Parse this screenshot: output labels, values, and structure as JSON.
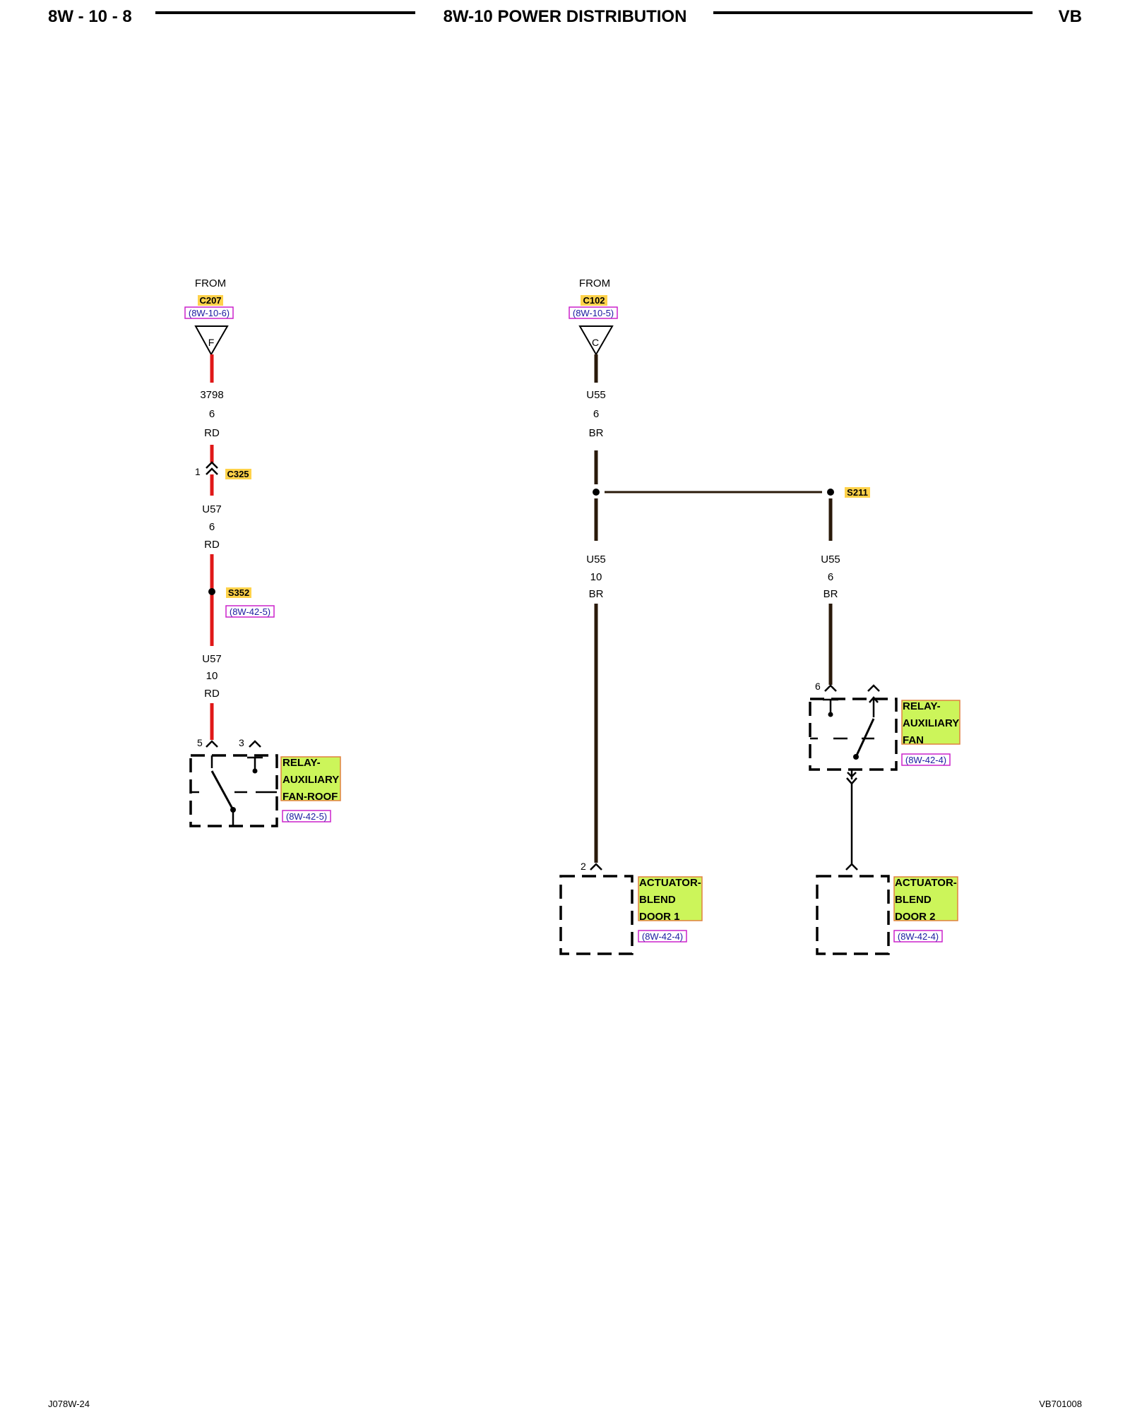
{
  "header": {
    "page_number": "8W - 10 - 8",
    "title": "8W-10 POWER DISTRIBUTION",
    "model": "VB"
  },
  "footer": {
    "left_code": "J078W-24",
    "right_code": "VB701008"
  },
  "colors": {
    "wire_rd": "#e01818",
    "wire_br": "#2a1a0a",
    "splice_tag_fill": "#ffd24a",
    "component_tag_fill": "#ccf55a",
    "component_tag_border": "#e08040",
    "ref_border": "#cc22cc"
  },
  "circuits": {
    "left": {
      "from_label": "FROM",
      "source_connector": "C207",
      "source_ref": "(8W-10-6)",
      "source_cavity": "F",
      "wire1": {
        "circuit": "3798",
        "gauge": "6",
        "color": "RD"
      },
      "inline_connector": {
        "pin": "1",
        "name": "C325"
      },
      "wire2": {
        "circuit": "U57",
        "gauge": "6",
        "color": "RD"
      },
      "splice": {
        "name": "S352",
        "ref": "(8W-42-5)"
      },
      "wire3": {
        "circuit": "U57",
        "gauge": "10",
        "color": "RD"
      },
      "relay": {
        "pin_a": "5",
        "pin_b": "3",
        "name_lines": [
          "RELAY-",
          "AUXILIARY",
          "FAN-ROOF"
        ],
        "ref": "(8W-42-5)"
      }
    },
    "right": {
      "from_label": "FROM",
      "source_connector": "C102",
      "source_ref": "(8W-10-5)",
      "source_cavity": "C",
      "wire1": {
        "circuit": "U55",
        "gauge": "6",
        "color": "BR"
      },
      "splice": {
        "name": "S211"
      },
      "branch_a": {
        "wire": {
          "circuit": "U55",
          "gauge": "10",
          "color": "BR"
        },
        "pin": "2",
        "component_lines": [
          "ACTUATOR-",
          "BLEND",
          "DOOR 1"
        ],
        "ref": "(8W-42-4)"
      },
      "branch_b": {
        "wire": {
          "circuit": "U55",
          "gauge": "6",
          "color": "BR"
        },
        "relay_pin": "6",
        "relay_lines": [
          "RELAY-",
          "AUXILIARY",
          "FAN"
        ],
        "relay_ref": "(8W-42-4)",
        "component_lines": [
          "ACTUATOR-",
          "BLEND",
          "DOOR 2"
        ],
        "ref": "(8W-42-4)"
      }
    }
  }
}
